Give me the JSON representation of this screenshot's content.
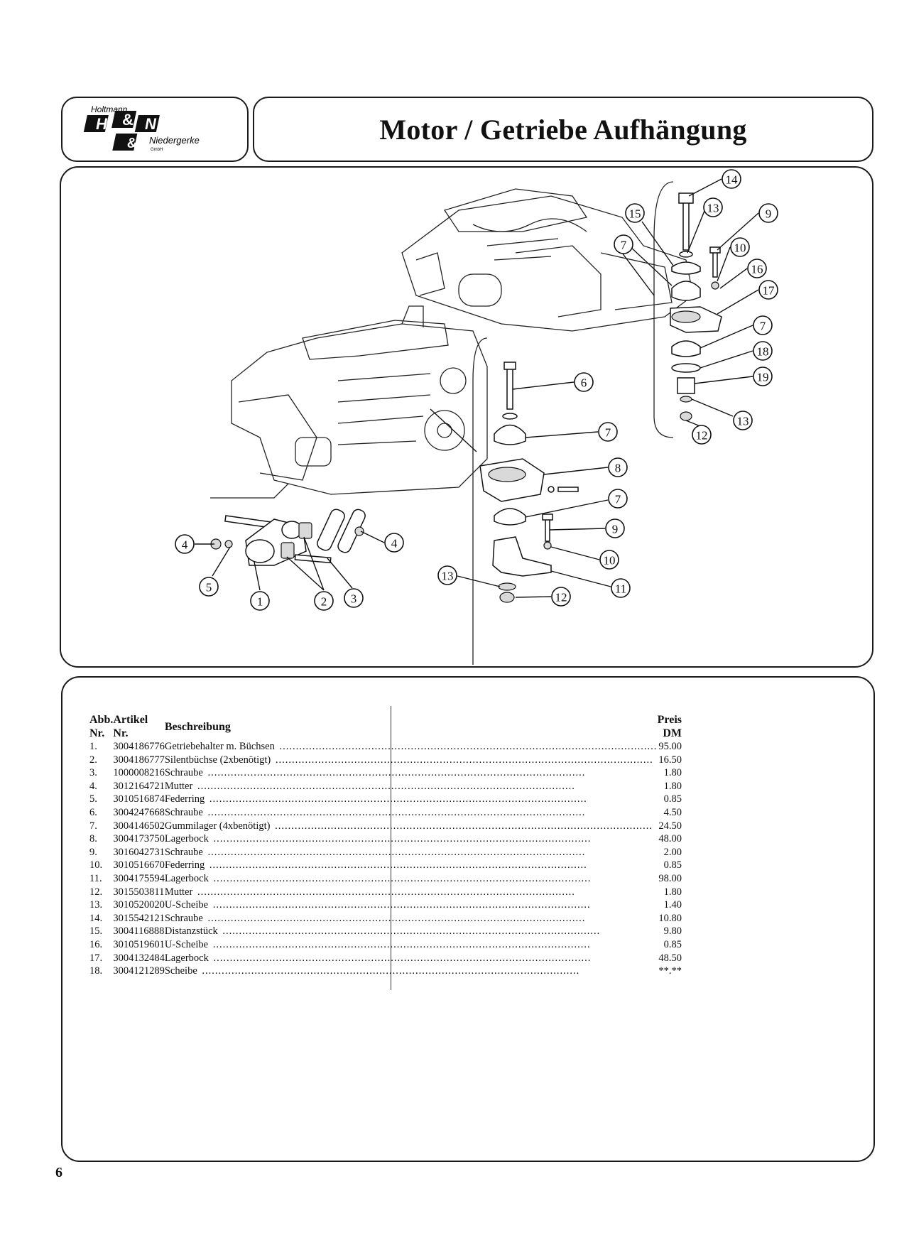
{
  "header": {
    "title": "Motor / Getriebe Aufhängung",
    "logo_text": [
      "Holtmann",
      "H",
      "&",
      "N",
      "&",
      "Niedergerke",
      "GmbH"
    ]
  },
  "diagram": {
    "callouts": [
      "1",
      "2",
      "3",
      "4",
      "4",
      "5",
      "6",
      "7",
      "8",
      "7",
      "9",
      "10",
      "11",
      "12",
      "13",
      "14",
      "15",
      "13",
      "9",
      "10",
      "16",
      "7",
      "17",
      "7",
      "18",
      "19",
      "13",
      "12"
    ]
  },
  "parts": {
    "headers": {
      "nr": "Abb. Nr.",
      "artikel": "Artikel Nr.",
      "beschreibung": "Beschreibung",
      "preis": "Preis DM"
    },
    "rows": [
      {
        "nr": "1.",
        "artikel": "3004186776",
        "beschreibung": "Getriebehalter m. Büchsen",
        "preis": "95.00"
      },
      {
        "nr": "2.",
        "artikel": "3004186777",
        "beschreibung": "Silentbüchse (2xbenötigt)",
        "preis": "16.50"
      },
      {
        "nr": "3.",
        "artikel": "1000008216",
        "beschreibung": "Schraube",
        "preis": "1.80"
      },
      {
        "nr": "4.",
        "artikel": "3012164721",
        "beschreibung": "Mutter",
        "preis": "1.80"
      },
      {
        "nr": "5.",
        "artikel": "3010516874",
        "beschreibung": "Federring",
        "preis": "0.85"
      },
      {
        "nr": "6.",
        "artikel": "3004247668",
        "beschreibung": "Schraube",
        "preis": "4.50"
      },
      {
        "nr": "7.",
        "artikel": "3004146502",
        "beschreibung": "Gummilager (4xbenötigt)",
        "preis": "24.50"
      },
      {
        "nr": "8.",
        "artikel": "3004173750",
        "beschreibung": "Lagerbock",
        "preis": "48.00"
      },
      {
        "nr": "9.",
        "artikel": "3016042731",
        "beschreibung": "Schraube",
        "preis": "2.00"
      },
      {
        "nr": "10.",
        "artikel": "3010516670",
        "beschreibung": "Federring",
        "preis": "0.85"
      },
      {
        "nr": "11.",
        "artikel": "3004175594",
        "beschreibung": "Lagerbock",
        "preis": "98.00"
      },
      {
        "nr": "12.",
        "artikel": "3015503811",
        "beschreibung": "Mutter",
        "preis": "1.80"
      },
      {
        "nr": "13.",
        "artikel": "3010520020",
        "beschreibung": "U-Scheibe",
        "preis": "1.40"
      },
      {
        "nr": "14.",
        "artikel": "3015542121",
        "beschreibung": "Schraube",
        "preis": "10.80"
      },
      {
        "nr": "15.",
        "artikel": "3004116888",
        "beschreibung": "Distanzstück",
        "preis": "9.80"
      },
      {
        "nr": "16.",
        "artikel": "3010519601",
        "beschreibung": "U-Scheibe",
        "preis": "0.85"
      },
      {
        "nr": "17.",
        "artikel": "3004132484",
        "beschreibung": "Lagerbock",
        "preis": "48.50"
      },
      {
        "nr": "18.",
        "artikel": "3004121289",
        "beschreibung": "Scheibe",
        "preis": "**.**"
      }
    ]
  },
  "footer": {
    "page_number": "6"
  }
}
